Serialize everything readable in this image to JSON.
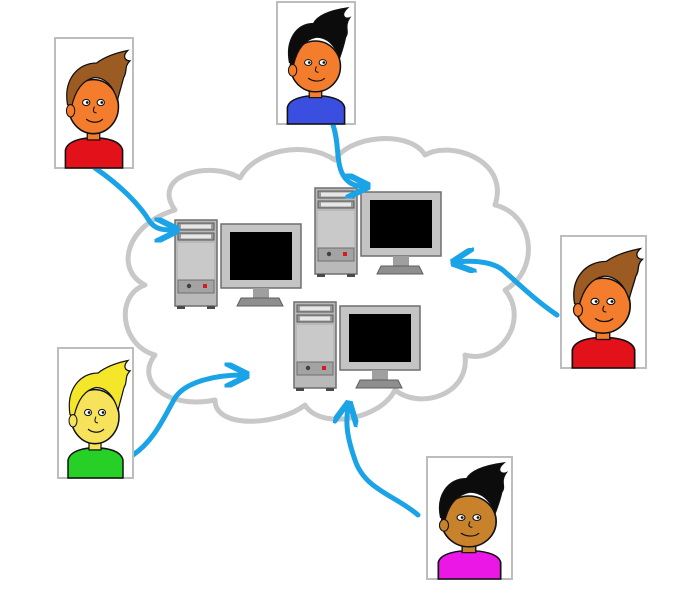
{
  "diagram": {
    "cloud_stroke": "#c8c8c8",
    "arrow_color": "#1aa3e6",
    "frame_border": "#bdbdbd",
    "computers": [
      {
        "name": "computer-1"
      },
      {
        "name": "computer-2"
      },
      {
        "name": "computer-3"
      }
    ],
    "users": [
      {
        "name": "user-top-left",
        "hair": "#9b5b22",
        "skin": "#f37d2c",
        "shirt": "#e3111a"
      },
      {
        "name": "user-top-center",
        "hair": "#0c0c0c",
        "skin": "#f37d2c",
        "shirt": "#3a4fe0"
      },
      {
        "name": "user-right",
        "hair": "#9b5b22",
        "skin": "#f37d2c",
        "shirt": "#e3111a"
      },
      {
        "name": "user-bottom-left",
        "hair": "#f4e628",
        "skin": "#f7e25b",
        "shirt": "#27d027"
      },
      {
        "name": "user-bottom-center",
        "hair": "#0c0c0c",
        "skin": "#c8822c",
        "shirt": "#ea17e6"
      }
    ]
  }
}
